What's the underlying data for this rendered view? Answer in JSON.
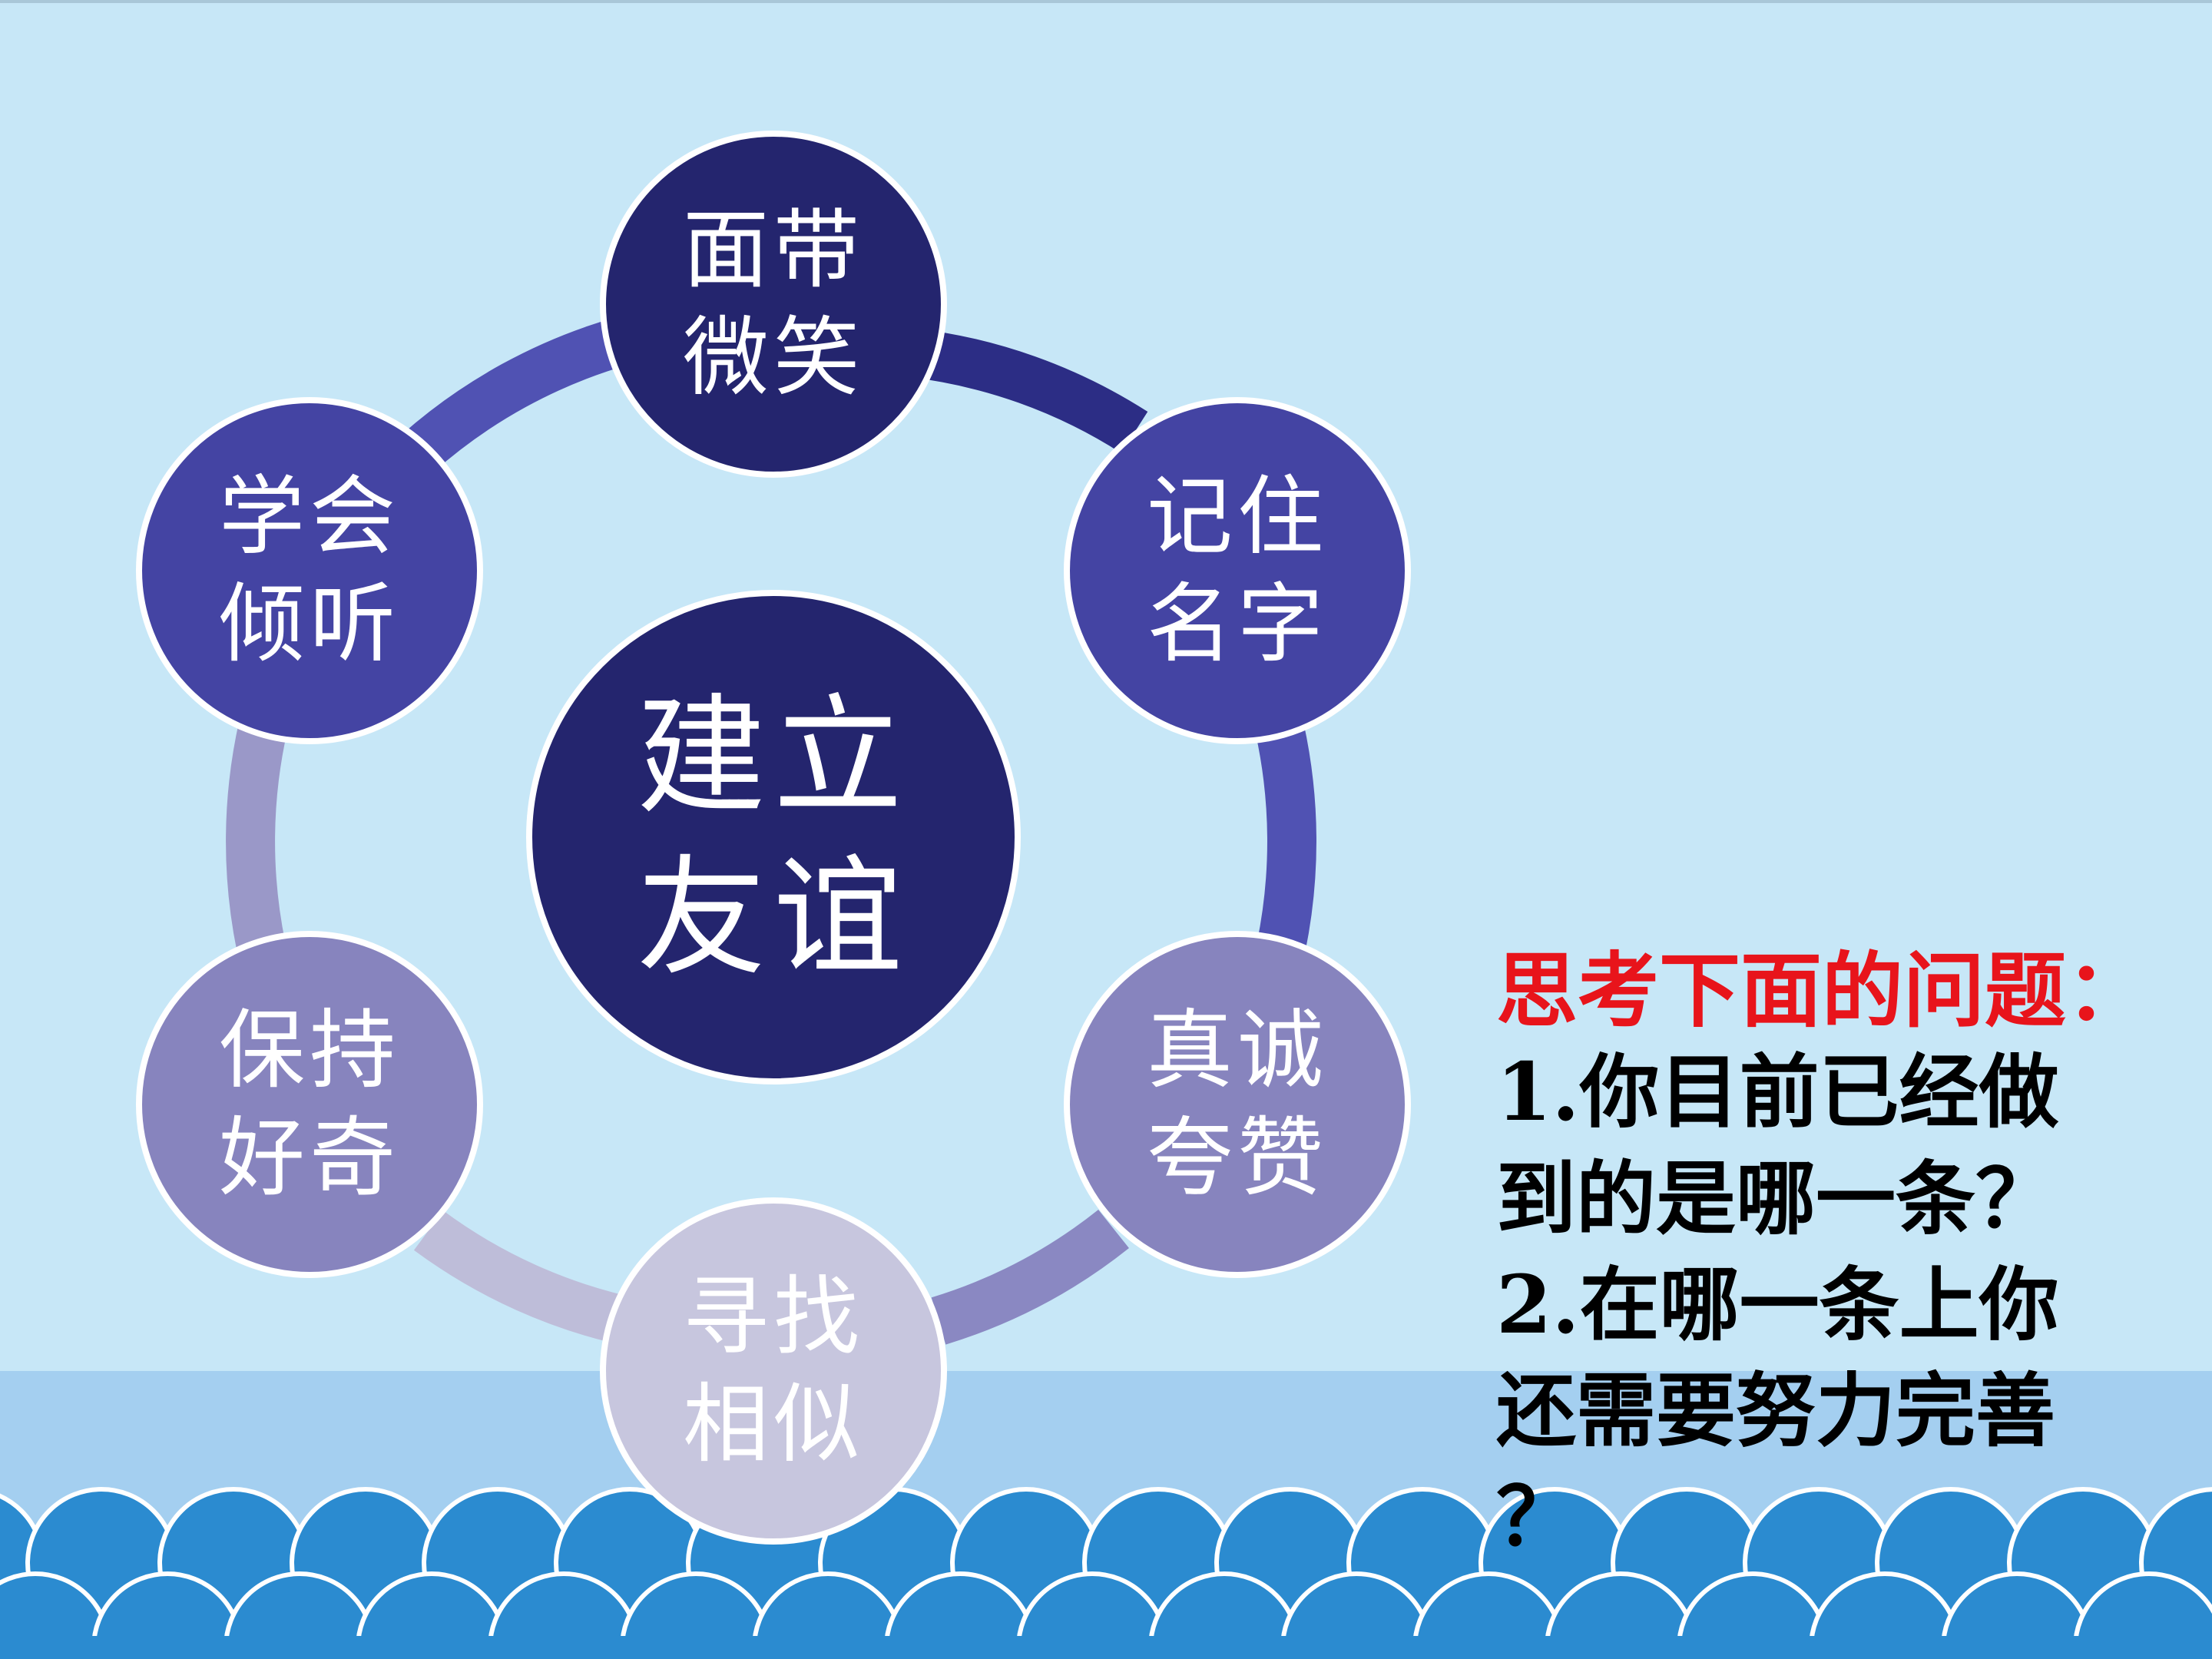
{
  "diagram": {
    "center": {
      "line1": "建立",
      "line2": "友谊"
    },
    "nodes": [
      {
        "id": "smile",
        "line1": "面带",
        "line2": "微笑",
        "fill": "#24256e"
      },
      {
        "id": "names",
        "line1": "记住",
        "line2": "名字",
        "fill": "#4444a3"
      },
      {
        "id": "praise",
        "line1": "真诚",
        "line2": "夸赞",
        "fill": "#8784be"
      },
      {
        "id": "similar",
        "line1": "寻找",
        "line2": "相似",
        "fill": "#c7c6de"
      },
      {
        "id": "curious",
        "line1": "保持",
        "line2": "好奇",
        "fill": "#8784be"
      },
      {
        "id": "listen",
        "line1": "学会",
        "line2": "倾听",
        "fill": "#4444a3"
      }
    ],
    "colors": {
      "center": "#24256e",
      "ring_dark": "#2c2d85",
      "ring_mid": "#4e4fb0",
      "ring_light": "#9a98c8",
      "ring_pale": "#bebdd9"
    }
  },
  "questions": {
    "title": "思考下面的问题：",
    "lines": [
      "1.你目前已经做",
      "到的是哪一条？",
      "2.在哪一条上你",
      "还需要努力完善",
      "？"
    ]
  },
  "colors": {
    "background": "#c7e7f7",
    "sea": "#a4cff0",
    "waves": "#2b8bd0",
    "question_title": "#e8141b"
  }
}
